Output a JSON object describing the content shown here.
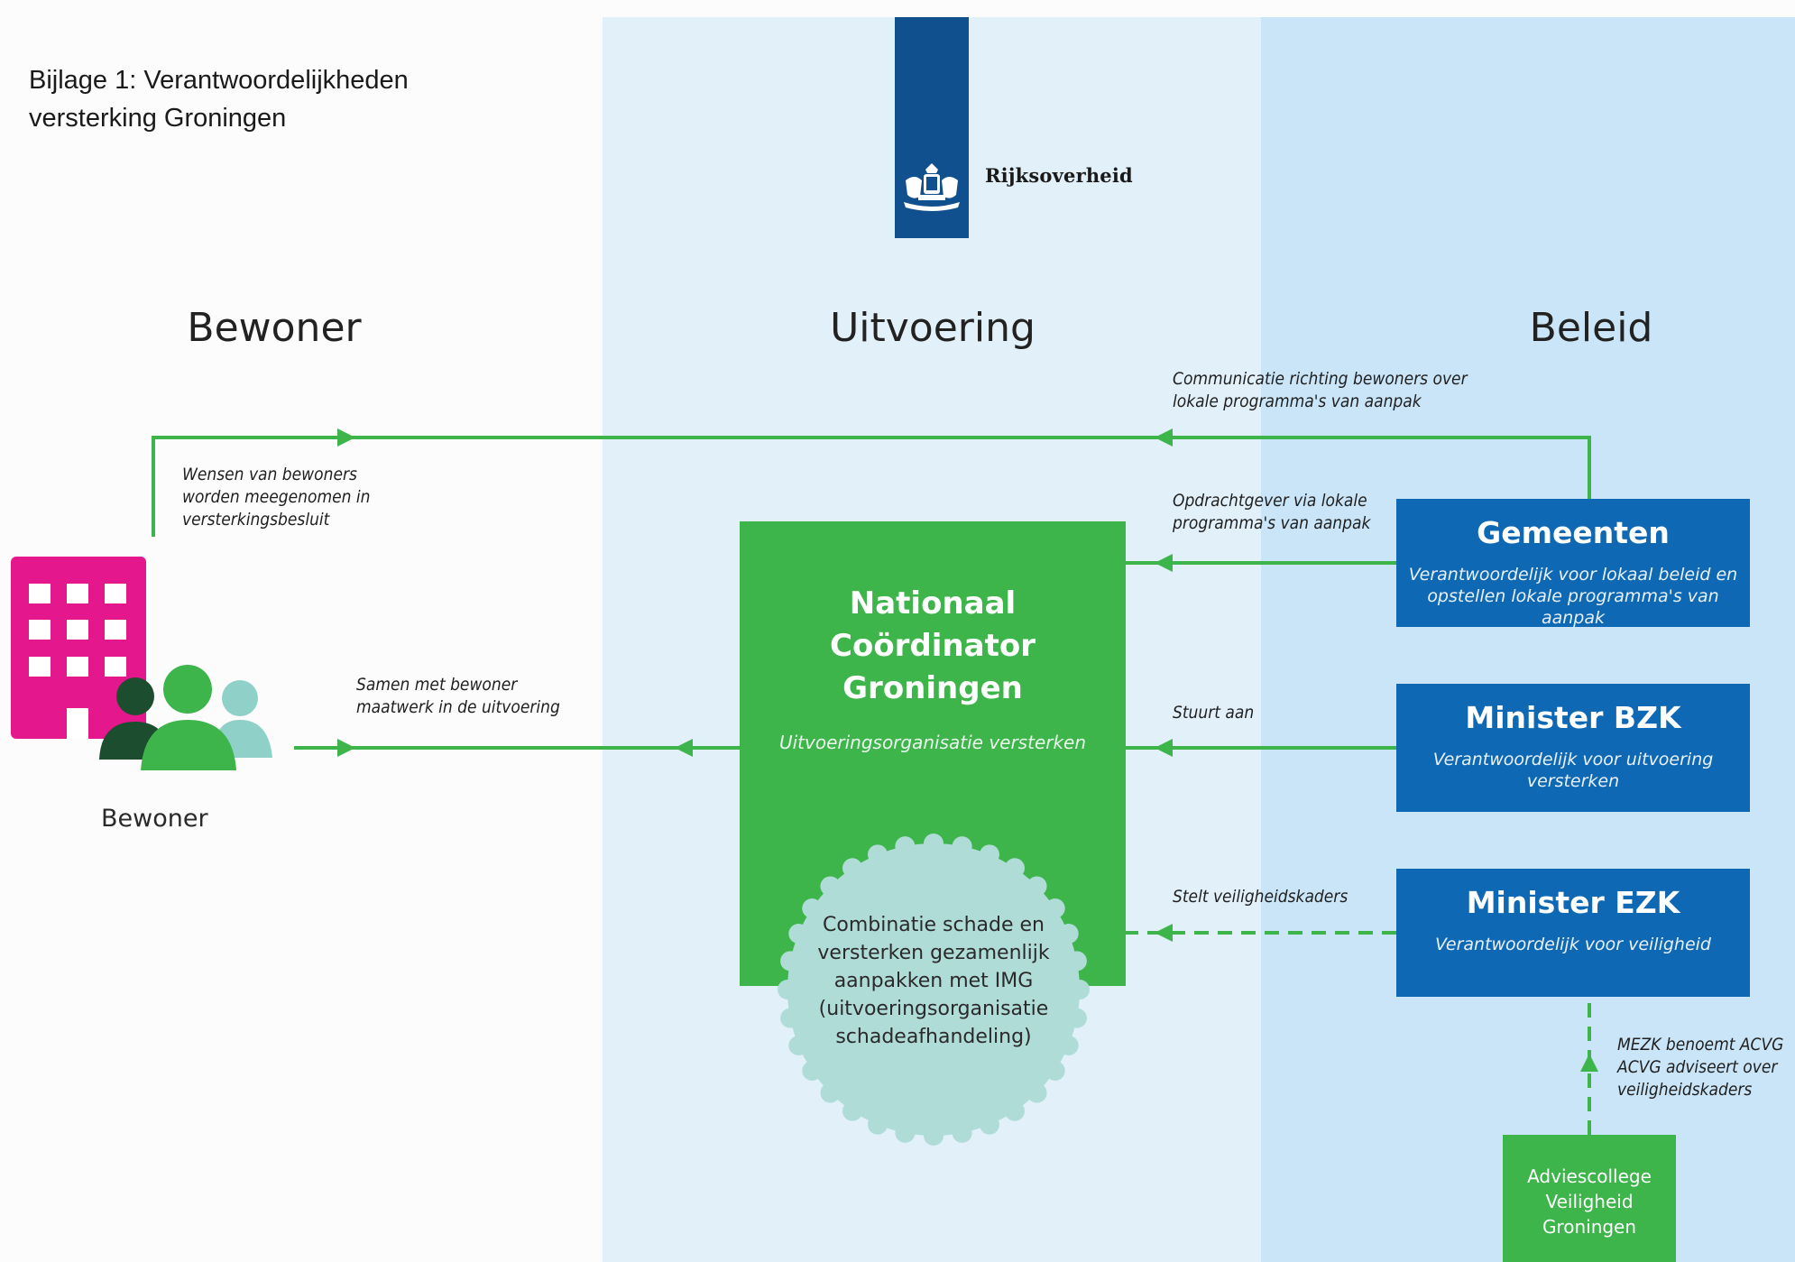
{
  "page_title_line1": "Bijlage 1: Verantwoordelijkheden",
  "page_title_line2": "versterking Groningen",
  "logo": {
    "text": "Rijksoverheid",
    "emblem_icon": "coat-of-arms-icon"
  },
  "columns": {
    "bewoner": "Bewoner",
    "uitvoering": "Uitvoering",
    "beleid": "Beleid"
  },
  "labels": {
    "communicatie_line1": "Communicatie richting bewoners over",
    "communicatie_line2": "lokale programma's van aanpak",
    "wensen_line1": "Wensen van bewoners",
    "wensen_line2": "worden meegenomen in",
    "wensen_line3": "versterkingsbesluit",
    "opdracht_line1": "Opdrachtgever via lokale",
    "opdracht_line2": "programma's van aanpak",
    "samen_line1": "Samen met bewoner",
    "samen_line2": "maatwerk in de uitvoering",
    "stuurt": "Stuurt aan",
    "stelt": "Stelt veiligheidskaders",
    "mezk_line1": "MEZK benoemt ACVG",
    "mezk_line2": "ACVG adviseert over",
    "mezk_line3": "veiligheidskaders"
  },
  "boxes": {
    "gemeenten": {
      "title": "Gemeenten",
      "sub_line1": "Verantwoordelijk voor lokaal beleid en",
      "sub_line2": "opstellen lokale programma's van aanpak"
    },
    "bzk": {
      "title": "Minister BZK",
      "sub": "Verantwoordelijk voor uitvoering versterken"
    },
    "ezk": {
      "title": "Minister EZK",
      "sub": "Verantwoordelijk voor veiligheid"
    },
    "nc": {
      "title_line1": "Nationaal",
      "title_line2": "Coördinator",
      "title_line3": "Groningen",
      "sub": "Uitvoeringsorganisatie versterken"
    },
    "img": {
      "line1": "Combinatie schade en",
      "line2": "versterken gezamenlijk",
      "line3": "aanpakken met IMG",
      "line4": "(uitvoeringsorganisatie",
      "line5": "schadeafhandeling)"
    },
    "acvg": {
      "line1": "Adviescollege",
      "line2": "Veiligheid",
      "line3": "Groningen"
    }
  },
  "bewoner_label": "Bewoner",
  "colors": {
    "green": "#3db54a",
    "blue": "#0e68b3",
    "magenta": "#e5178c",
    "band_mid": "#e2f0fa",
    "band_right": "#c9e5f7",
    "seal": "#b0dcd8"
  }
}
